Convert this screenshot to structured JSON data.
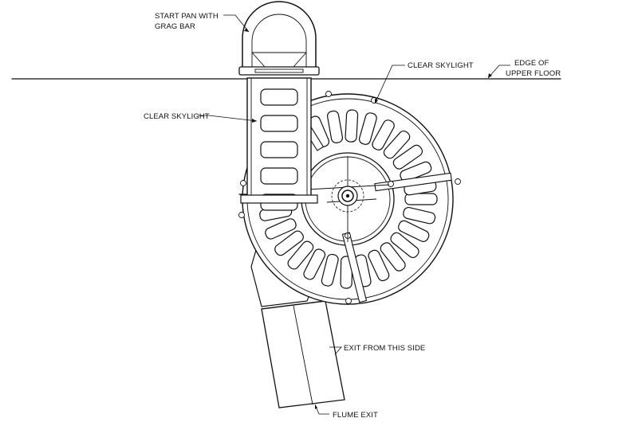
{
  "labels": {
    "start_pan_line1": "START PAN WITH",
    "start_pan_line2": "GRAG BAR",
    "skylight_upper": "CLEAR SKYLIGHT",
    "skylight_left": "CLEAR SKYLIGHT",
    "edge_line1": "EDGE OF",
    "edge_line2": "UPPER FLOOR",
    "exit_side": "EXIT FROM THIS SIDE",
    "flume_exit": "FLUME EXIT"
  }
}
